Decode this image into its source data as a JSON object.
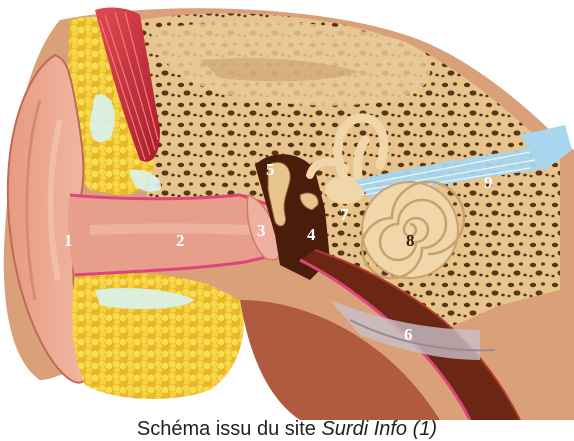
{
  "diagram": {
    "labels": [
      {
        "id": "1",
        "text": "1"
      },
      {
        "id": "2",
        "text": "2"
      },
      {
        "id": "3",
        "text": "3"
      },
      {
        "id": "4",
        "text": "4"
      },
      {
        "id": "5",
        "text": "5"
      },
      {
        "id": "6",
        "text": "6"
      },
      {
        "id": "7",
        "text": "7"
      },
      {
        "id": "8",
        "text": "8"
      },
      {
        "id": "9",
        "text": "9"
      }
    ]
  },
  "caption": {
    "prefix": "Schéma issu du site ",
    "site": "Surdi Info (1)"
  },
  "colors": {
    "skin": "#e9a48c",
    "skin_dark": "#c97a64",
    "bone": "#e6c48c",
    "bone_pores": "#5a3418",
    "fat": "#f3d23a",
    "muscle": "#c8303a",
    "canal": "#e7a08e",
    "middle_ear": "#4a1c0c",
    "lining": "#e0457a",
    "cochlea": "#f0d6a8",
    "nerve": "#a8d6ee",
    "tube": "#6b2614"
  }
}
